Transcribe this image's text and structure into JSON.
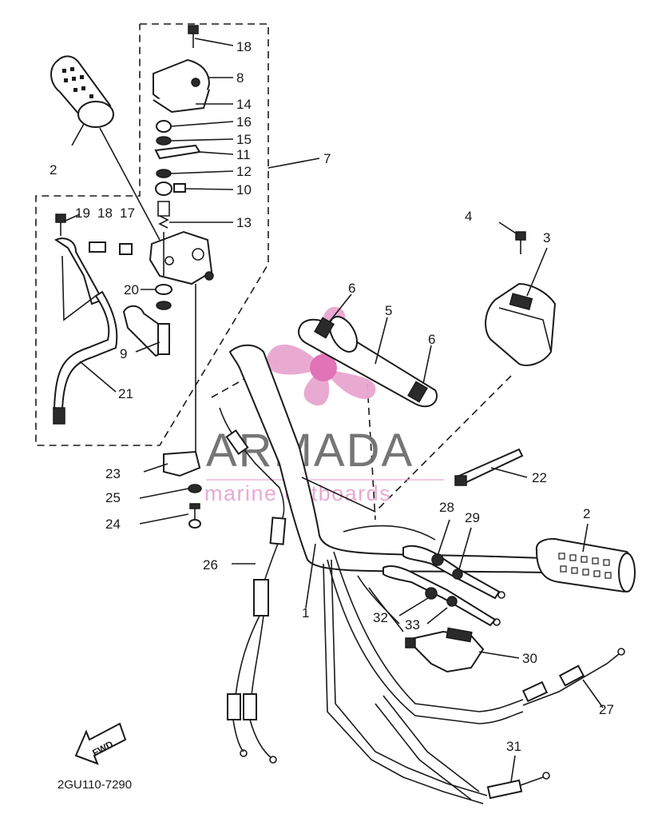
{
  "diagram_code": "2GU110-7290",
  "fwd_label": "FWD",
  "watermark": {
    "brand": "ARMADA",
    "tagline": "marine outboards",
    "accent_color": "#e8a6cf",
    "text_color": "#6e6e6e"
  },
  "callouts": {
    "c1": "1",
    "c2a": "2",
    "c2b": "2",
    "c3": "3",
    "c4": "4",
    "c5": "5",
    "c6a": "6",
    "c6b": "6",
    "c7": "7",
    "c8": "8",
    "c9": "9",
    "c10": "10",
    "c11": "11",
    "c12": "12",
    "c13": "13",
    "c14": "14",
    "c15": "15",
    "c16": "16",
    "c17": "17",
    "c18a": "18",
    "c18b": "18",
    "c19": "19",
    "c20": "20",
    "c21": "21",
    "c22": "22",
    "c23": "23",
    "c24": "24",
    "c25": "25",
    "c26": "26",
    "c27": "27",
    "c28": "28",
    "c29": "29",
    "c30": "30",
    "c31": "31",
    "c32": "32",
    "c33": "33"
  }
}
